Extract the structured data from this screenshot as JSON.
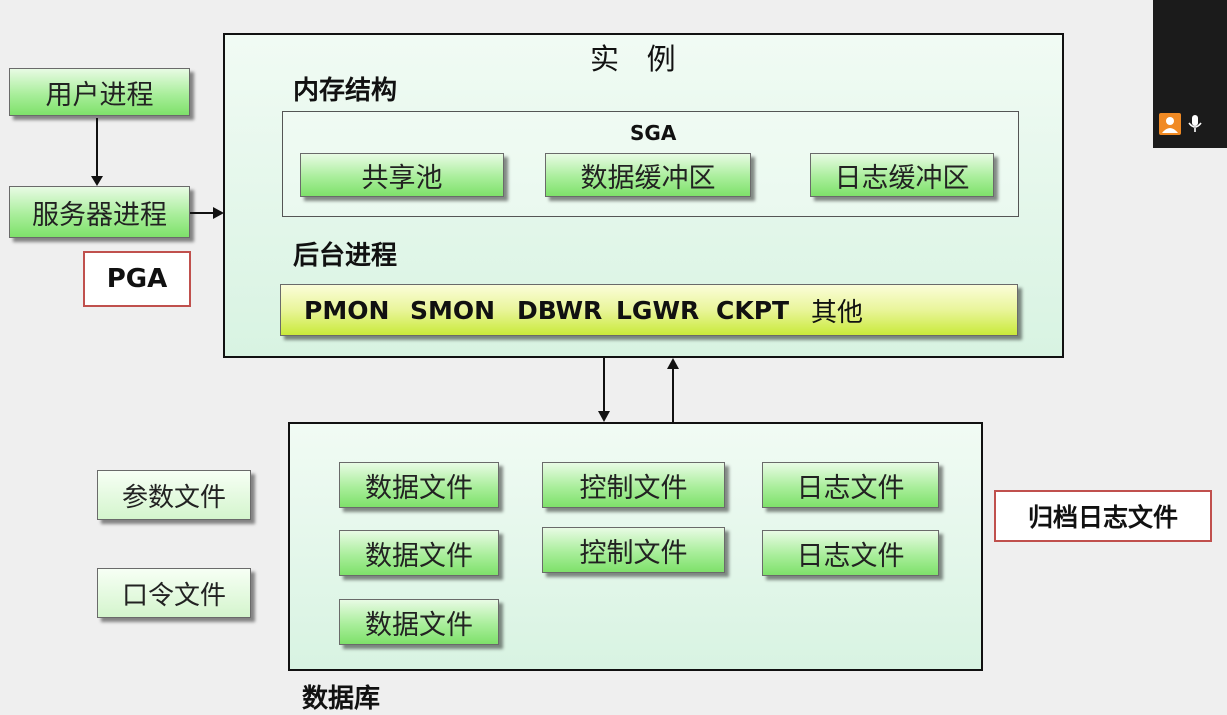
{
  "left": {
    "user_process": "用户进程",
    "server_process": "服务器进程",
    "pga": "PGA"
  },
  "instance": {
    "title": "实   例",
    "memory_structure": "内存结构",
    "sga": {
      "label": "SGA",
      "components": [
        "共享池",
        "数据缓冲区",
        "日志缓冲区"
      ]
    },
    "background_processes": {
      "label": "后台进程",
      "items": [
        "PMON",
        "SMON",
        "DBWR",
        "LGWR",
        "CKPT",
        "其他"
      ]
    }
  },
  "database": {
    "label": "数据库",
    "data_files": [
      "数据文件",
      "数据文件",
      "数据文件"
    ],
    "control_files": [
      "控制文件",
      "控制文件"
    ],
    "log_files": [
      "日志文件",
      "日志文件"
    ]
  },
  "external_files": {
    "parameter_file": "参数文件",
    "password_file": "口令文件",
    "archive_log_file": "归档日志文件"
  },
  "colors": {
    "accent_red": "#c0504d",
    "component_green": "#7ee16a",
    "process_bar_yellow": "#c9ea3a"
  },
  "icons": [
    "person-icon",
    "microphone-icon"
  ]
}
